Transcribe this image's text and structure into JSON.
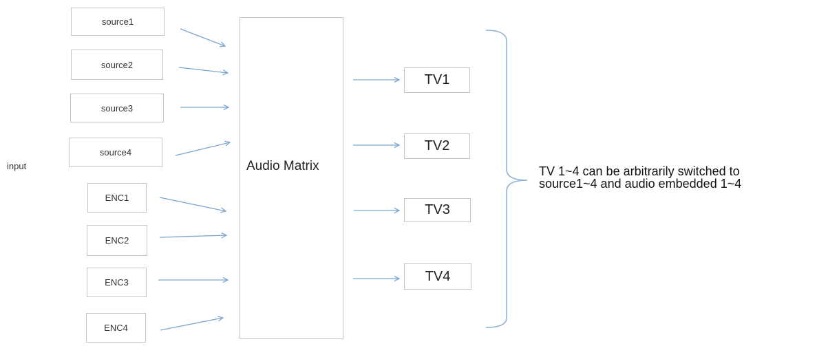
{
  "input_label": "input",
  "sources": [
    {
      "label": "source1"
    },
    {
      "label": "source2"
    },
    {
      "label": "source3"
    },
    {
      "label": "source4"
    }
  ],
  "encoders": [
    {
      "label": "ENC1"
    },
    {
      "label": "ENC2"
    },
    {
      "label": "ENC3"
    },
    {
      "label": "ENC4"
    }
  ],
  "matrix": {
    "label": "Audio Matrix"
  },
  "outputs": [
    {
      "label": "TV1"
    },
    {
      "label": "TV2"
    },
    {
      "label": "TV3"
    },
    {
      "label": "TV4"
    }
  ],
  "note": {
    "line1": "TV 1~4 can be arbitrarily switched to",
    "line2": "source1~4 and audio embedded 1~4"
  },
  "colors": {
    "arrow": "#7aa6cf",
    "bracket": "#8fb3d6",
    "box_border": "#c4c4c4"
  }
}
